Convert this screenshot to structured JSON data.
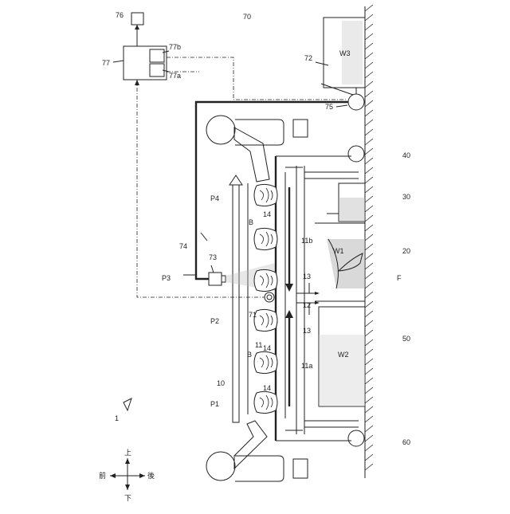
{
  "labels": {
    "l76": "76",
    "l77": "77",
    "l77a": "77a",
    "l77b": "77b",
    "l70": "70",
    "l72": "72",
    "lw3": "W3",
    "l75": "75",
    "l40": "40",
    "l30": "30",
    "l20": "20",
    "l50": "50",
    "l60": "60",
    "lp1": "P1",
    "lp2": "P2",
    "lp3": "P3",
    "lp4": "P4",
    "l10": "10",
    "l1": "1",
    "l71": "71",
    "l73": "73",
    "l74": "74",
    "lb_top": "B",
    "lb_bot": "B",
    "l11": "11",
    "l14a": "14",
    "l14b": "14",
    "l14c": "14",
    "l11a": "11a",
    "l11b": "11b",
    "l12": "12",
    "l13a": "13",
    "l13b": "13",
    "lw1": "W1",
    "lw2": "W2",
    "lf": "F"
  },
  "compass": {
    "up": "上",
    "down": "下",
    "front": "前",
    "back": "後"
  }
}
